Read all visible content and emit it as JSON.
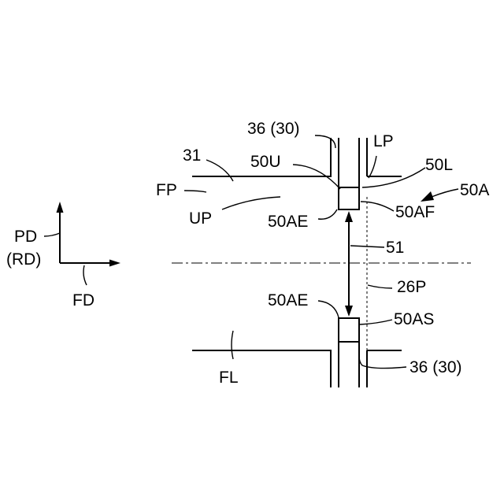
{
  "axes": {
    "pd": "PD",
    "rd": "(RD)",
    "fd": "FD"
  },
  "labels": {
    "l36_30_top": "36 (30)",
    "l31": "31",
    "l50U": "50U",
    "lLP": "LP",
    "l50L": "50L",
    "lFP": "FP",
    "l50A": "50A",
    "lUP": "UP",
    "l50AE_top": "50AE",
    "l50AF": "50AF",
    "l51": "51",
    "l26P": "26P",
    "l50AE_bottom": "50AE",
    "l50AS": "50AS",
    "lFL": "FL",
    "l36_30_bottom": "36 (30)"
  }
}
